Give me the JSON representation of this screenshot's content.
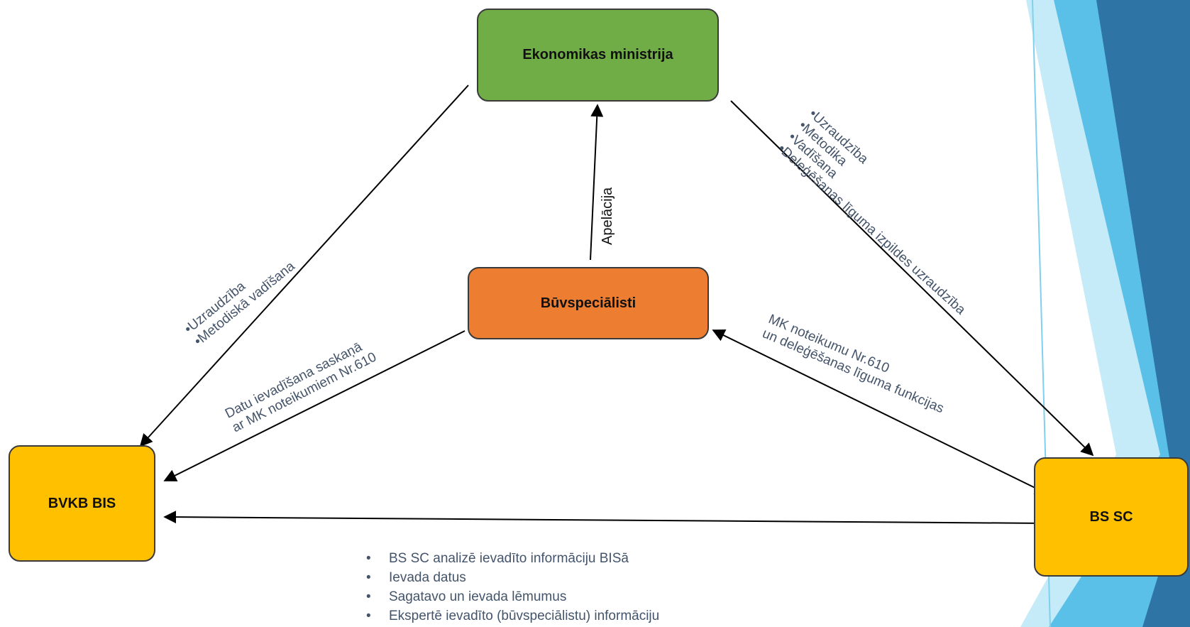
{
  "nodes": {
    "ekonomikas": "Ekonomikas ministrija",
    "buvspecialisti": "Būvspeciālisti",
    "bvkb": "BVKB BIS",
    "bssc": "BS SC"
  },
  "edges": {
    "apelacija": "Apelācija",
    "em_to_bvkb": "•Uzraudzība\n•Metodiskā vadīšana",
    "bs_to_bvkb": "Datu ievadīšana saskaņā\nar MK noteikumiem Nr.610",
    "em_to_bssc": "•Uzraudzība\n•Metodika\n•Vadīšana\n•Deleģēšanas līguma izpildes uzraudzība",
    "bs_bssc": "MK noteikumu Nr.610\nun deleģēšanas līguma funkcijas"
  },
  "bullets": [
    "BS SC analizē ievadīto informāciju BISā",
    "Ievada datus",
    "Sagatavo un ievada lēmumus",
    "Ekspertē ievadīto (būvspeciālistu) informāciju"
  ],
  "colors": {
    "ekonomikas": "#70ad47",
    "buvspecialisti": "#ed7d31",
    "bvkb": "#ffc000",
    "bssc": "#ffc000",
    "label_text": "#44546a",
    "deco_light": "#aee1f4",
    "deco_mid": "#5bc0e8",
    "deco_dark": "#2e75a6"
  }
}
